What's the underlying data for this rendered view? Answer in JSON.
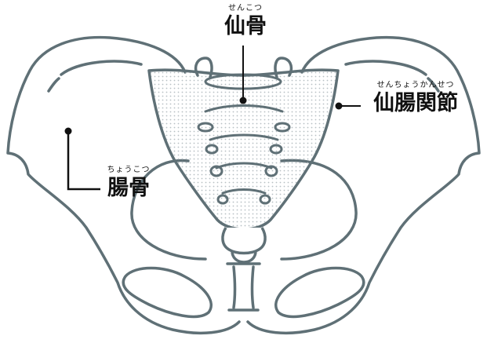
{
  "labels": {
    "sacrum": {
      "ruby": "せんこつ",
      "text": "仙骨"
    },
    "ilium": {
      "ruby": "ちょうこつ",
      "text": "腸骨"
    },
    "sacroiliac_joint": {
      "ruby": "せんちょうかんせつ",
      "text": "仙腸関節"
    }
  },
  "colors": {
    "bone_outline": "#5f7076",
    "leader_line": "#111111",
    "text": "#111111",
    "stipple": "#b8c0c4"
  }
}
